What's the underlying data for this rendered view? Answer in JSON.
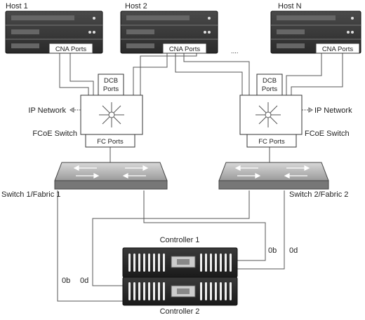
{
  "hosts": [
    {
      "label": "Host 1",
      "ports_label": "CNA Ports"
    },
    {
      "label": "Host 2",
      "ports_label": "CNA Ports"
    },
    {
      "label": "Host N",
      "ports_label": "CNA Ports"
    }
  ],
  "ellipsis": "....",
  "fcoe_switches": [
    {
      "label": "FCoE Switch",
      "dcb_label_line1": "DCB",
      "dcb_label_line2": "Ports",
      "fc_label": "FC Ports",
      "ip_label": "IP Network",
      "ip_arrow": "<"
    },
    {
      "label": "FCoE Switch",
      "dcb_label_line1": "DCB",
      "dcb_label_line2": "Ports",
      "fc_label": "FC Ports",
      "ip_label": "IP Network",
      "ip_arrow": ">"
    }
  ],
  "fabric_switches": [
    {
      "label": "Switch 1/Fabric 1"
    },
    {
      "label": "Switch 2/Fabric 2"
    }
  ],
  "controllers": [
    {
      "label": "Controller 1",
      "port_a": "0b",
      "port_b": "0d"
    },
    {
      "label": "Controller 2",
      "port_a": "0b",
      "port_b": "0d"
    }
  ]
}
